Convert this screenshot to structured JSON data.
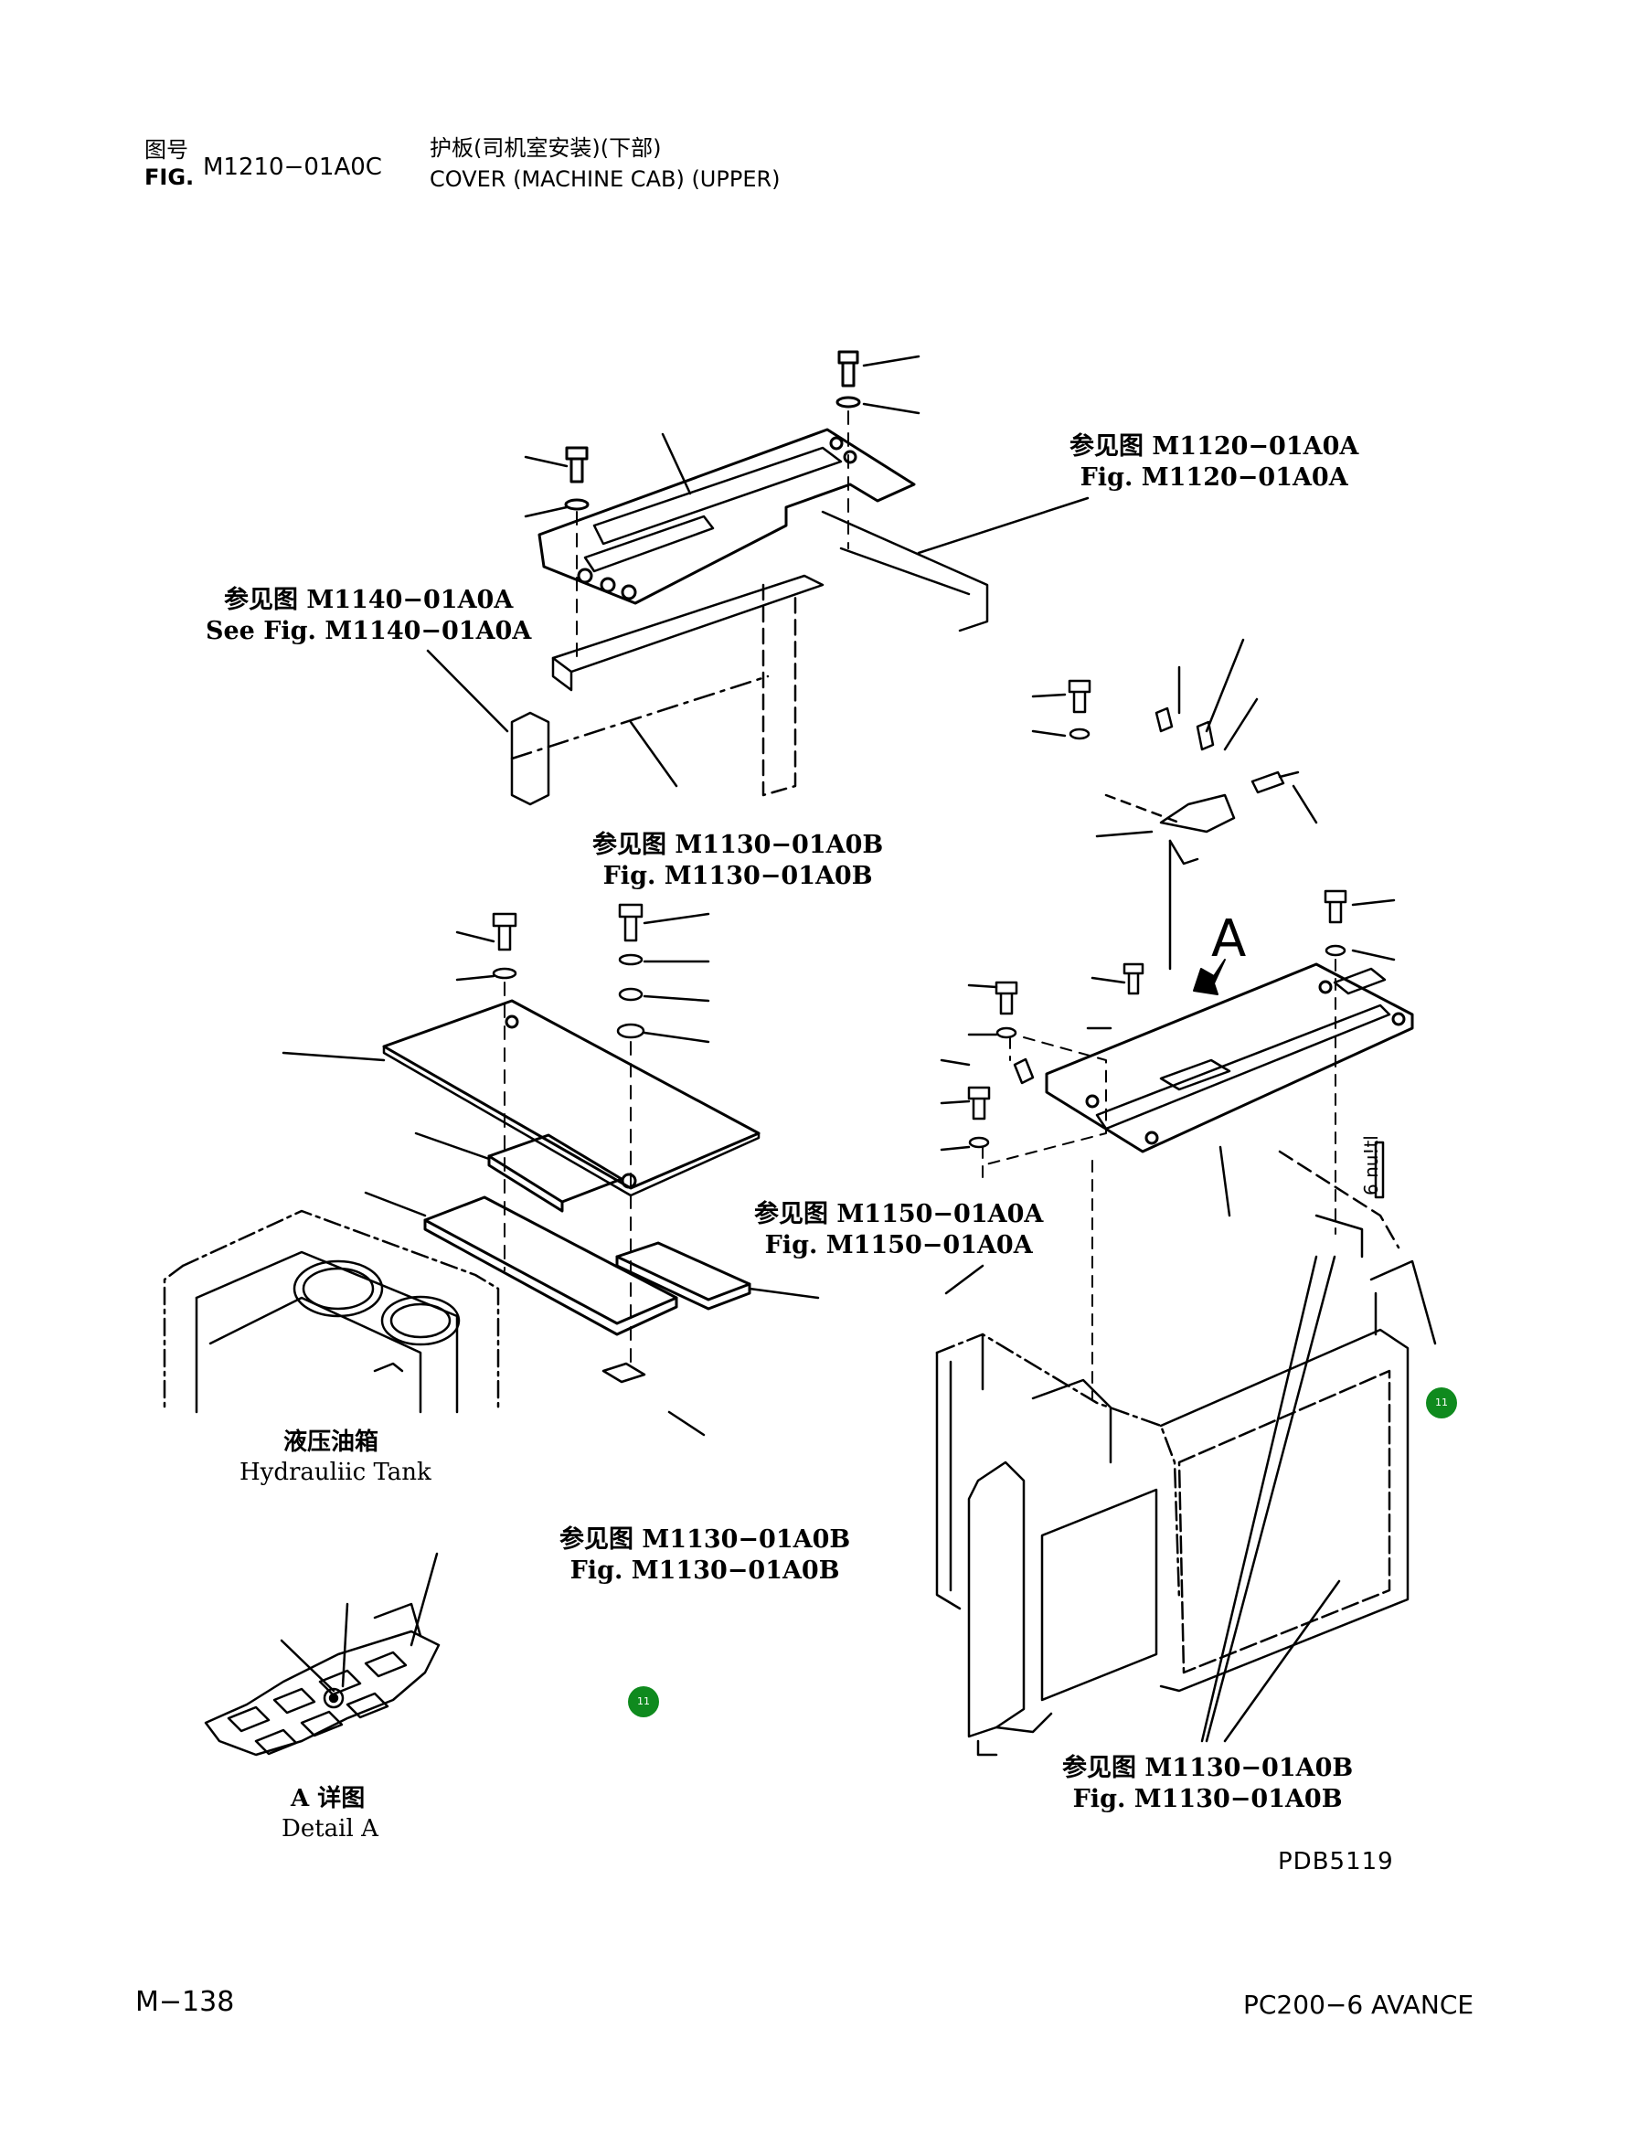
{
  "header": {
    "fig_cn": "图号",
    "fig_en": "FIG.",
    "fig_number": "M1210−01A0C",
    "title_cn": "护板(司机室安装)(下部)",
    "title_en": "COVER (MACHINE CAB) (UPPER)"
  },
  "references": [
    {
      "cn": "参见图 M1120−01A0A",
      "en": "Fig. M1120−01A0A"
    },
    {
      "cn": "参见图 M1140−01A0A",
      "en": "See Fig. M1140−01A0A"
    },
    {
      "cn": "参见图 M1130−01A0B",
      "en": "Fig. M1130−01A0B"
    },
    {
      "cn": "参见图 M1150−01A0A",
      "en": "Fig. M1150−01A0A"
    },
    {
      "cn": "参见图 M1130−01A0B",
      "en": "Fig. M1130−01A0B"
    },
    {
      "cn": "参见图 M1130−01A0B",
      "en": "Fig. M1130−01A0B"
    }
  ],
  "labels": {
    "view_a": "A",
    "tank_cn": "液压油箱",
    "tank_en": "Hydrauliic Tank",
    "detail_cn": "A 详图",
    "detail_en": "Detail A",
    "callout_side": "6 nu!tl",
    "drawing_code": "PDB5119"
  },
  "footer": {
    "page": "M−138",
    "model": "PC200−6 AVANCE"
  },
  "markers": [
    {
      "label": "11"
    },
    {
      "label": "11"
    }
  ],
  "colors": {
    "ink": "#000000",
    "paper": "#ffffff",
    "marker": "#0f8a1e"
  }
}
